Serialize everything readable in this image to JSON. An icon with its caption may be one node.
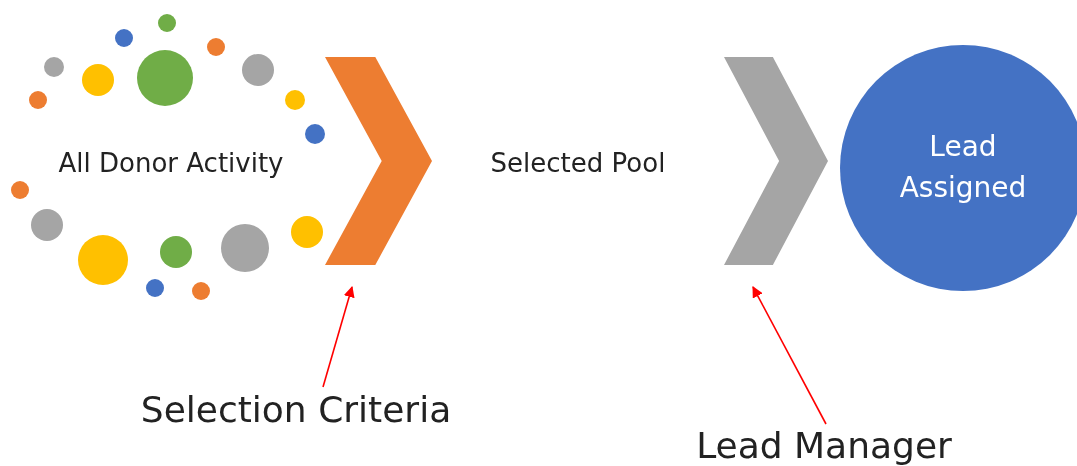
{
  "diagram": {
    "nodes": [
      {
        "text": [
          "All Donor Activity"
        ]
      },
      {
        "text": [],
        "shape": "chevron"
      },
      {
        "text": [
          "Selected Pool"
        ]
      },
      {
        "text": [],
        "shape": "chevron"
      },
      {
        "text": [
          "Lead Assigned"
        ]
      },
      {
        "text": [
          "Selection Criteria"
        ]
      },
      {
        "text": [
          "Lead Manager"
        ]
      }
    ],
    "edges": [
      {
        "from": 5,
        "to": 1,
        "arrow": "to"
      },
      {
        "from": 6,
        "to": 3,
        "arrow": "to"
      }
    ]
  }
}
